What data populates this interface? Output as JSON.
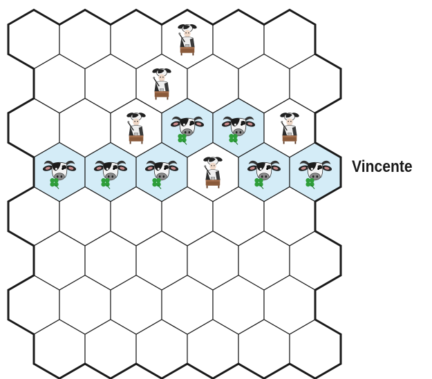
{
  "game": {
    "winner_name": "Vincente",
    "grid_rows": 8,
    "grid_cols": 6,
    "colors": {
      "empty_cell": "#ffffff",
      "winning_cell": "#d4ecf7",
      "cell_stroke": "#1a1a1a",
      "border_stroke": "#1a1a1a"
    },
    "pieces": [
      {
        "row": 0,
        "col": 3,
        "player": "milkmaid",
        "highlighted": false
      },
      {
        "row": 1,
        "col": 2,
        "player": "milkmaid",
        "highlighted": false
      },
      {
        "row": 2,
        "col": 2,
        "player": "milkmaid",
        "highlighted": false
      },
      {
        "row": 2,
        "col": 3,
        "player": "cow",
        "highlighted": true
      },
      {
        "row": 2,
        "col": 4,
        "player": "cow",
        "highlighted": true
      },
      {
        "row": 2,
        "col": 5,
        "player": "milkmaid",
        "highlighted": false
      },
      {
        "row": 3,
        "col": 0,
        "player": "cow",
        "highlighted": true
      },
      {
        "row": 3,
        "col": 1,
        "player": "cow",
        "highlighted": true
      },
      {
        "row": 3,
        "col": 2,
        "player": "cow",
        "highlighted": true
      },
      {
        "row": 3,
        "col": 3,
        "player": "milkmaid",
        "highlighted": false
      },
      {
        "row": 3,
        "col": 4,
        "player": "cow",
        "highlighted": true
      },
      {
        "row": 3,
        "col": 5,
        "player": "cow",
        "highlighted": true
      }
    ]
  }
}
